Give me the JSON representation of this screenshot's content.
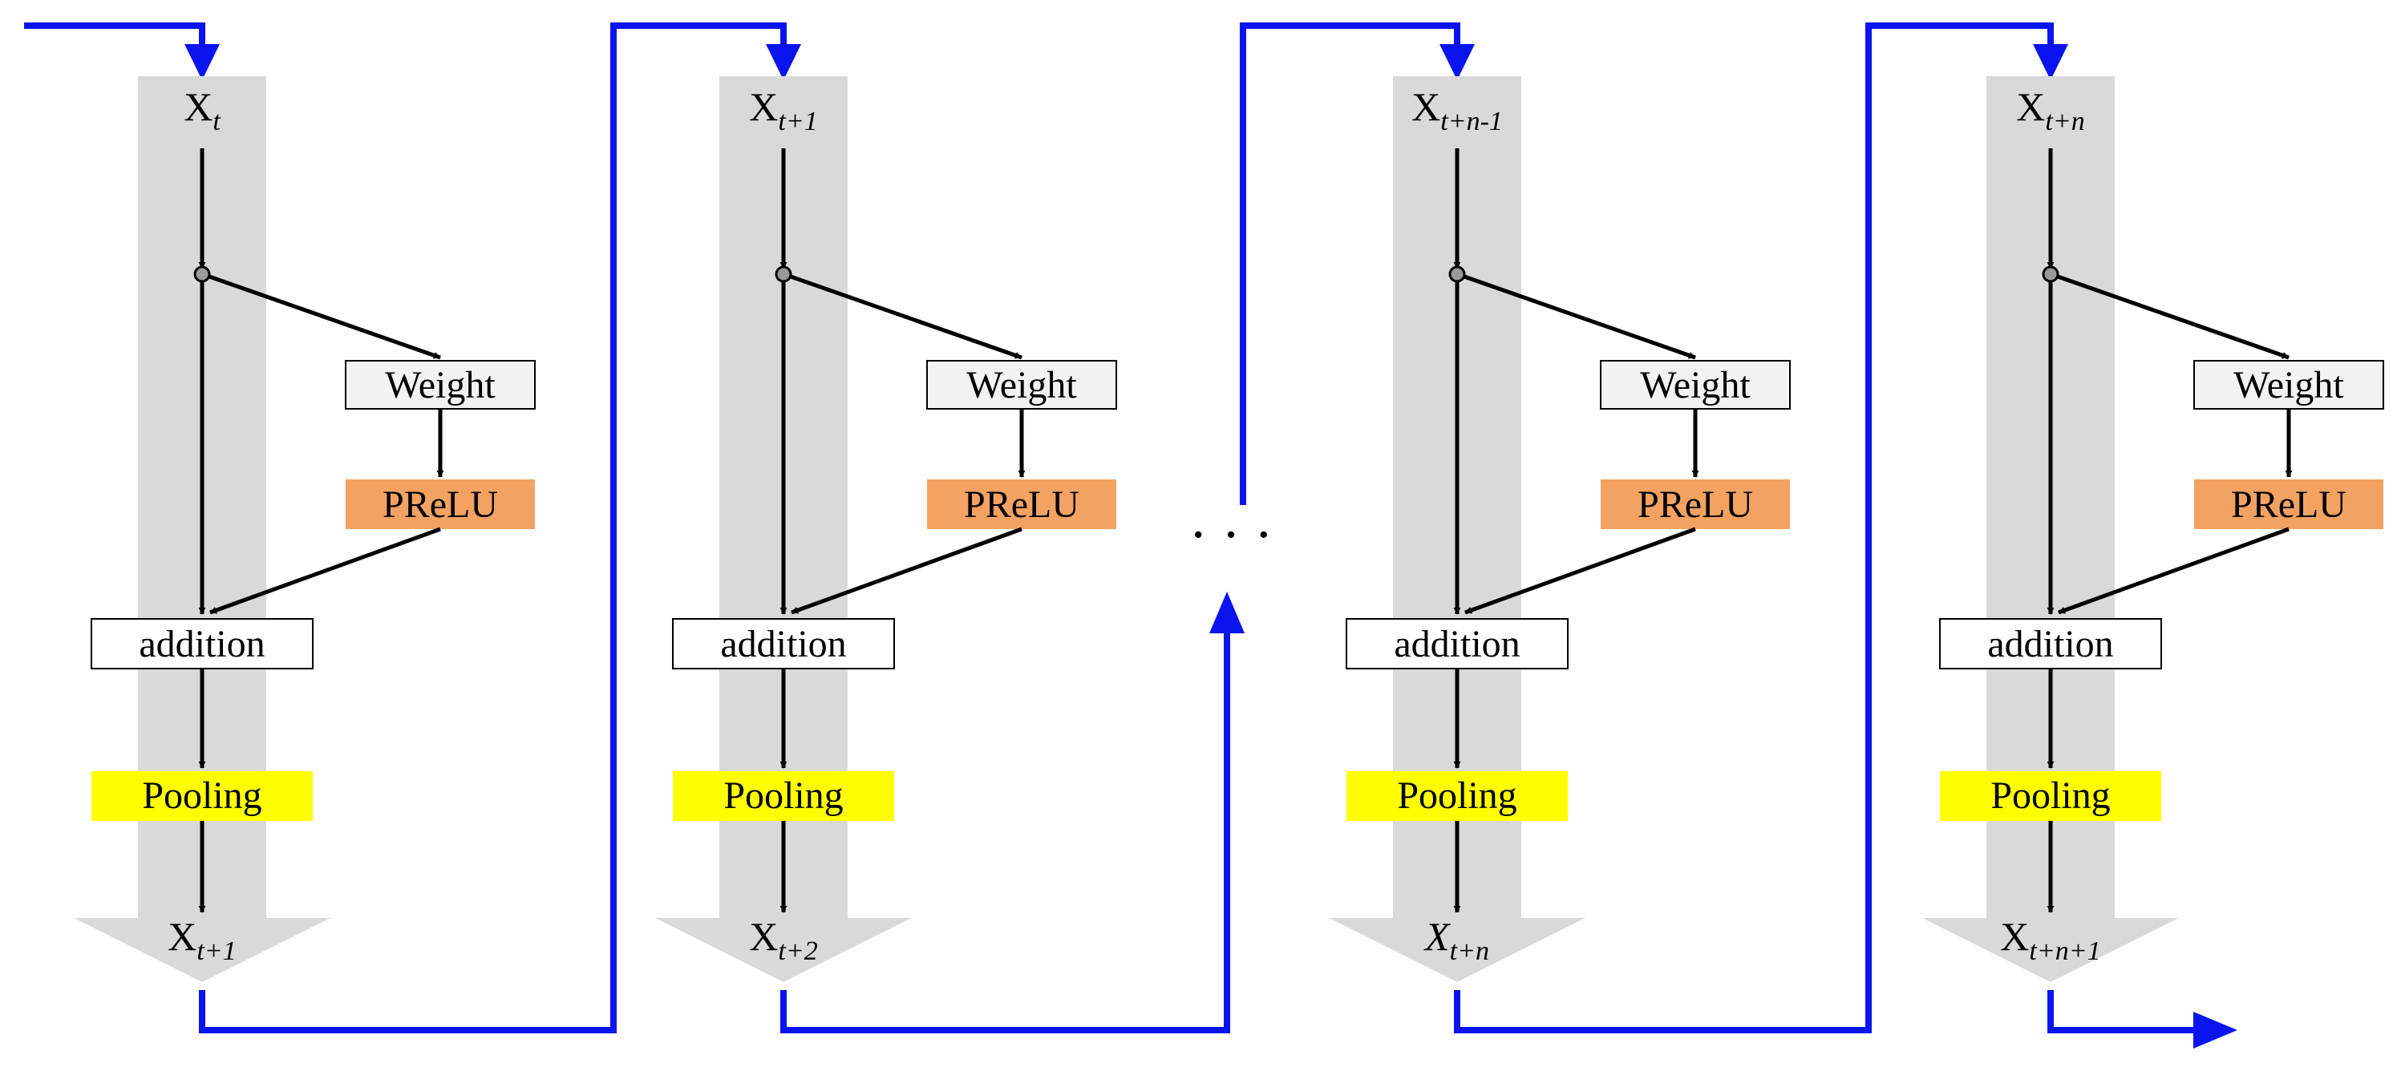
{
  "colors": {
    "flow": "#0a14f0",
    "lane": "#d9d9d9",
    "weight_fill": "#f2f2f2",
    "prelu_fill": "#f4a261",
    "pooling_fill": "#ffff00",
    "addition_fill": "#ffffff",
    "arrow": "#000000"
  },
  "block_labels": {
    "weight": "Weight",
    "prelu": "PReLU",
    "addition": "addition",
    "pooling": "Pooling"
  },
  "ellipsis": "· · ·",
  "blocks": [
    {
      "input": {
        "base": "X",
        "sub": "t"
      },
      "output": {
        "base": "X",
        "sub": "t+1"
      }
    },
    {
      "input": {
        "base": "X",
        "sub": "t+1"
      },
      "output": {
        "base": "X",
        "sub": "t+2"
      }
    },
    {
      "input": {
        "base": "X",
        "sub": "t+n-1"
      },
      "output": {
        "base": "X",
        "sub": "t+n"
      }
    },
    {
      "input": {
        "base": "X",
        "sub": "t+n"
      },
      "output": {
        "base": "X",
        "sub": "t+n+1"
      }
    }
  ]
}
